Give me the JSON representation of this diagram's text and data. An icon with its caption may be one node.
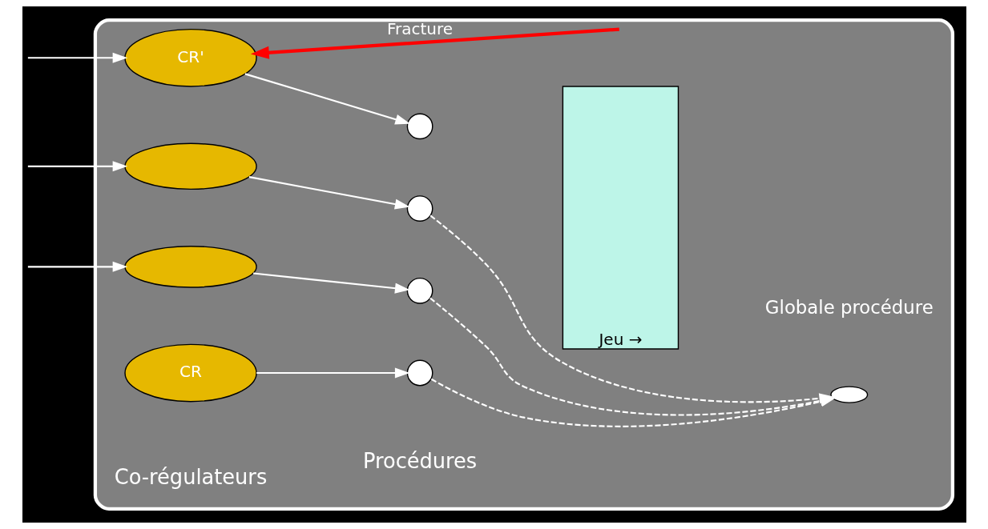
{
  "diagram": {
    "nodes": [
      {
        "text": [],
        "shape": "box"
      },
      {
        "text": [
          "CR'"
        ],
        "in": 0
      },
      {
        "text": [],
        "shape": "ellipse",
        "in": 0
      },
      {
        "text": [],
        "shape": "ellipse",
        "in": 0
      },
      {
        "text": [
          "CR"
        ],
        "in": 0
      },
      {
        "text": [],
        "shape": "circle",
        "in": 0
      },
      {
        "text": [],
        "shape": "circle",
        "in": 0
      },
      {
        "text": [],
        "shape": "circle",
        "in": 0
      },
      {
        "text": [],
        "shape": "circle",
        "in": 0
      },
      {
        "text": [
          "Jeu →"
        ],
        "in": 0
      },
      {
        "text": [],
        "shape": "ellipse",
        "in": 0,
        "beside": [
          "Globale procédure"
        ]
      }
    ],
    "edges": [
      {
        "from": null,
        "to": 1,
        "arrow": "to",
        "label": "Fracture",
        "color": "#ff0000",
        "style": "thick"
      },
      {
        "from": null,
        "to": 1,
        "arrow": "to"
      },
      {
        "from": null,
        "to": 2,
        "arrow": "to"
      },
      {
        "from": null,
        "to": 3,
        "arrow": "to"
      },
      {
        "from": 1,
        "to": 5,
        "arrow": "to"
      },
      {
        "from": 2,
        "to": 6,
        "arrow": "to"
      },
      {
        "from": 3,
        "to": 7,
        "arrow": "to"
      },
      {
        "from": 4,
        "to": 8,
        "arrow": "to"
      },
      {
        "from": 6,
        "to": 10,
        "arrow": "to",
        "style": "dashed"
      },
      {
        "from": 7,
        "to": 10,
        "arrow": "to",
        "style": "dashed"
      },
      {
        "from": 8,
        "to": 10,
        "arrow": "to",
        "style": "dashed"
      }
    ],
    "labels": [
      "Co-régulateurs",
      "Procédures"
    ]
  }
}
